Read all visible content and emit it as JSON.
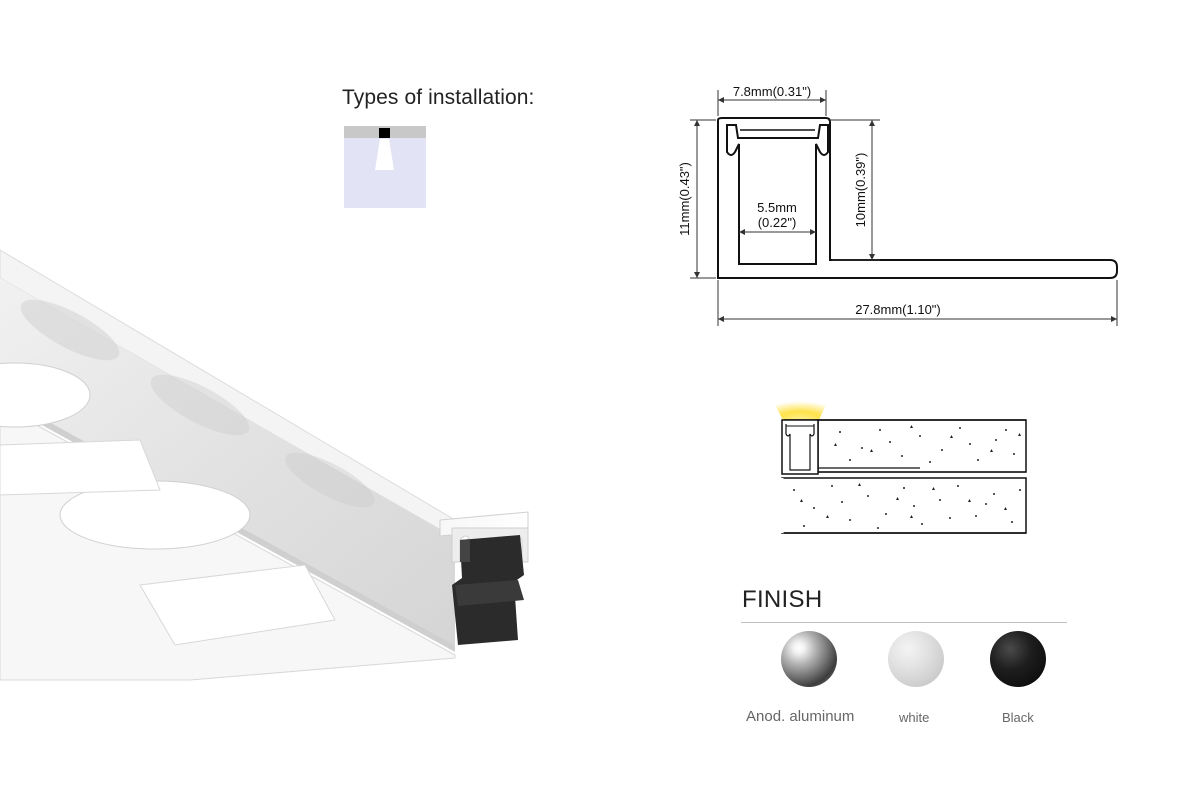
{
  "installation": {
    "title": "Types of installation:"
  },
  "dimensions": {
    "top_width": "7.8mm(0.31\")",
    "total_height": "11mm(0.43\")",
    "inner_height": "10mm(0.39\")",
    "inner_width_mm": "5.5mm",
    "inner_width_in": "(0.22\")",
    "total_width": "27.8mm(1.10\")"
  },
  "finish": {
    "title": "FINISH",
    "options": [
      {
        "label": "Anod. aluminum",
        "color": "#8a8a8a"
      },
      {
        "label": "white",
        "color": "#d9d9d9"
      },
      {
        "label": "Black",
        "color": "#111111"
      }
    ]
  },
  "colors": {
    "light_glow": "#ffe24a",
    "install_icon_bg": "#e3e3f6",
    "profile_dark": "#2b2b2b"
  }
}
